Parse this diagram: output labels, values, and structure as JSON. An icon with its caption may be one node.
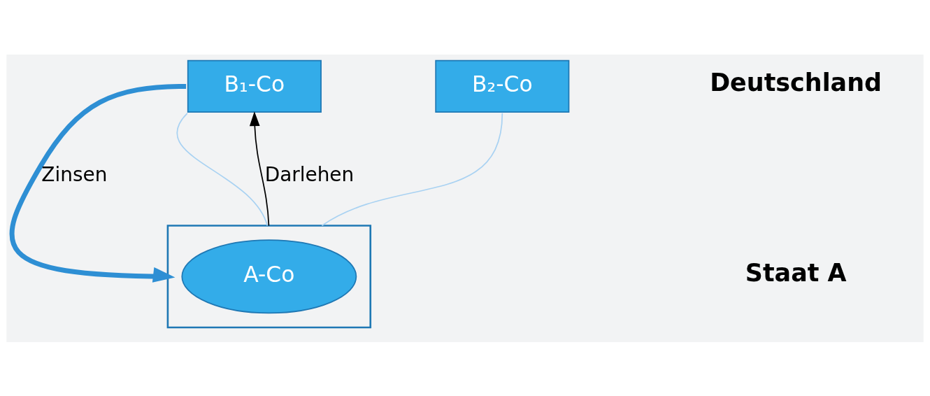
{
  "diagram": {
    "nodes": [
      {
        "text": [
          "B₁-Co"
        ]
      },
      {
        "text": [
          "B₂-Co"
        ]
      },
      {
        "text": [],
        "shape": "box"
      },
      {
        "text": [
          "A-Co"
        ],
        "in": 2
      }
    ],
    "edges": [
      {
        "from": 0,
        "to": 2,
        "arrow": "to",
        "label": "Zinsen",
        "style": "thick",
        "color": "#2e8fd4"
      },
      {
        "from": 0,
        "to": 2,
        "arrow": "none",
        "color": "#a9d2f2"
      },
      {
        "from": 1,
        "to": 2,
        "arrow": "none",
        "color": "#a9d2f2"
      },
      {
        "from": 2,
        "to": 0,
        "arrow": "to",
        "label": "Darlehen",
        "color": "#000000"
      }
    ],
    "labels": [
      "Deutschland",
      "Staat A"
    ]
  }
}
